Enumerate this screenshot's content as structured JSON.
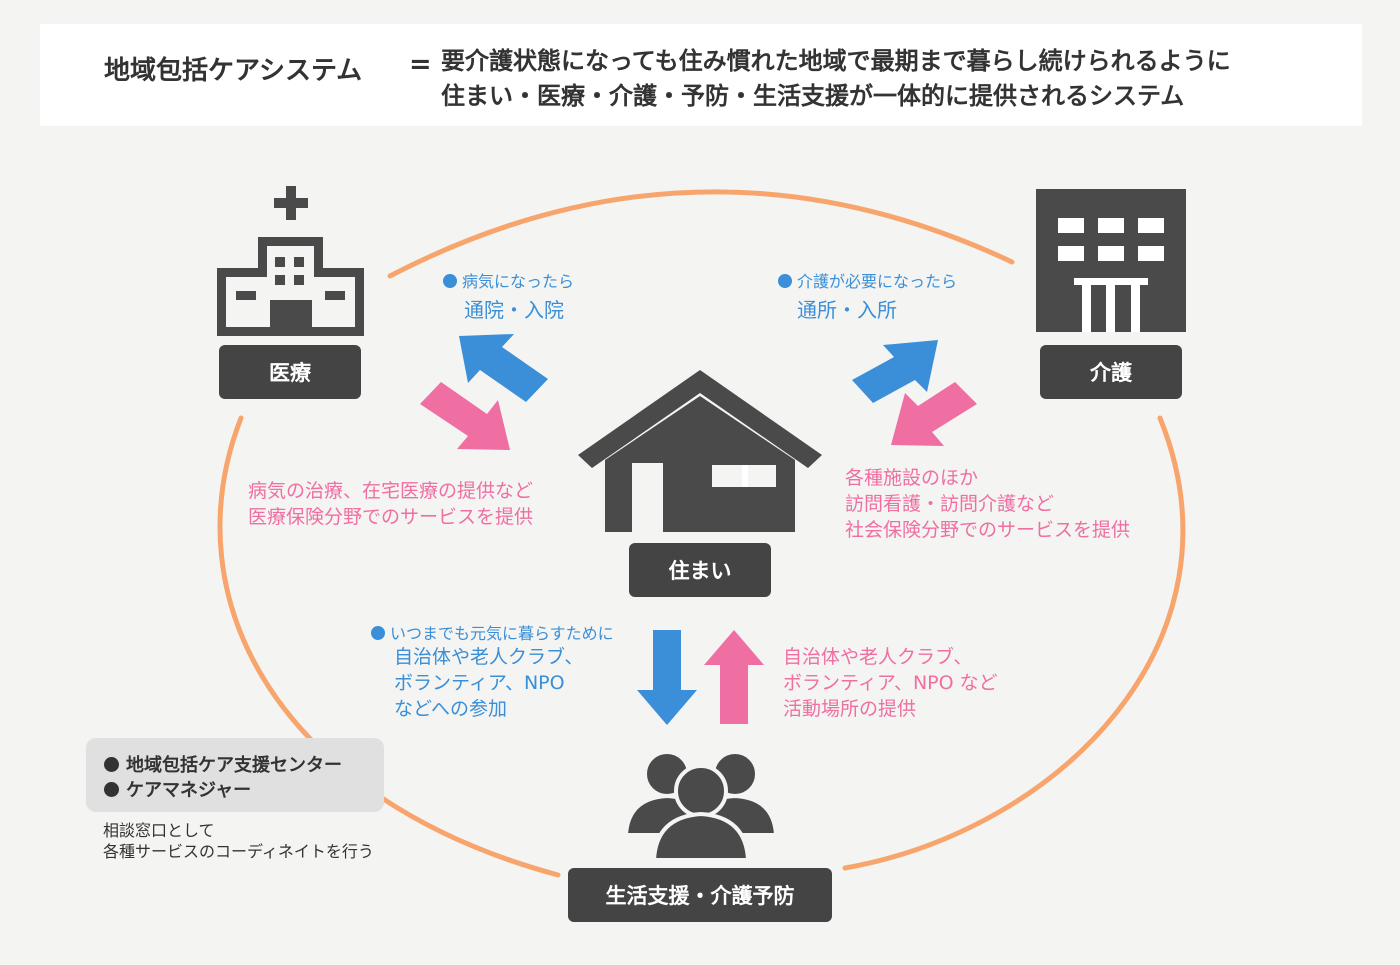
{
  "header": {
    "title": "地域包括ケアシステム",
    "equals": "=",
    "line1": "要介護状態になっても住み慣れた地域で最期まで暮らし続けられるように",
    "line2": "住まい・医療・介護・予防・生活支援が一体的に提供されるシステム"
  },
  "nodes": {
    "medical": "医療",
    "care": "介護",
    "home": "住まい",
    "support": "生活支援・介護予防"
  },
  "medical_flow": {
    "heading": "病気になったら",
    "action": "通院・入院",
    "provide_lines": [
      "病気の治療、在宅医療の提供など",
      "医療保険分野でのサービスを提供"
    ]
  },
  "care_flow": {
    "heading": "介護が必要になったら",
    "action": "通所・入所",
    "provide_lines": [
      "各種施設のほか",
      "訪問看護・訪問介護など",
      "社会保険分野でのサービスを提供"
    ]
  },
  "support_flow": {
    "heading": "いつまでも元気に暮らすために",
    "participate_lines": [
      "自治体や老人クラブ、",
      "ボランティア、NPO",
      "などへの参加"
    ],
    "provide_lines": [
      "自治体や老人クラブ、",
      "ボランティア、NPO など",
      "活動場所の提供"
    ]
  },
  "coordinators": {
    "items": [
      "地域包括ケア支援センター",
      "ケアマネジャー"
    ],
    "note_lines": [
      "相談窓口として",
      "各種サービスのコーディネイトを行う"
    ]
  },
  "colors": {
    "ring": "#f7a56d",
    "blue": "#3a8fd8",
    "pink": "#ef6fa3",
    "dark": "#444444",
    "icon": "#4a4a4a"
  }
}
